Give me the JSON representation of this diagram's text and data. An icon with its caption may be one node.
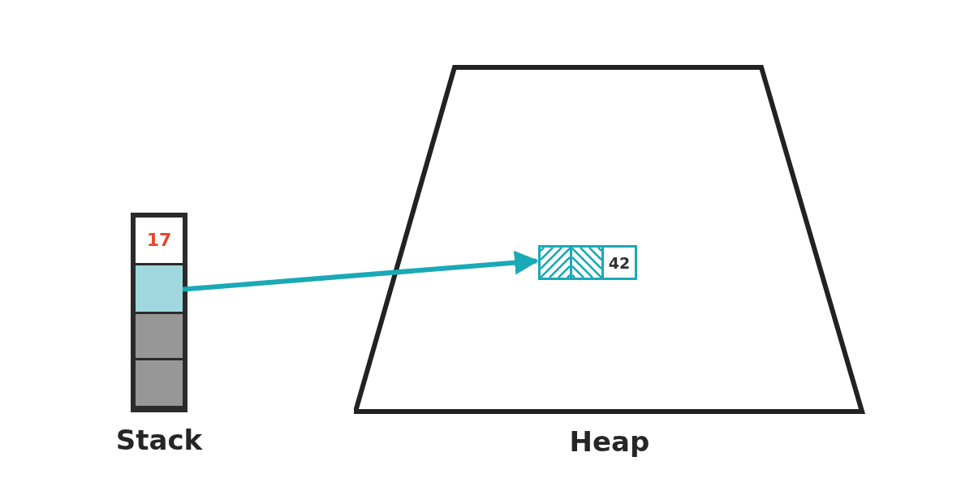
{
  "diagram": {
    "nodes": [
      {
        "text": [
          "Stack"
        ]
      },
      {
        "text": [
          "17"
        ],
        "in": 0
      },
      {
        "text": [],
        "shape": "box",
        "in": 0
      },
      {
        "text": [],
        "shape": "box",
        "in": 0
      },
      {
        "text": [],
        "shape": "box",
        "in": 0
      },
      {
        "text": [
          "Heap"
        ]
      },
      {
        "text": [],
        "shape": "box",
        "in": 5
      },
      {
        "text": [],
        "shape": "box",
        "in": 6
      },
      {
        "text": [],
        "shape": "box",
        "in": 6
      },
      {
        "text": [
          "42"
        ],
        "in": 6
      }
    ],
    "edges": [
      {
        "from": 2,
        "to": 6,
        "arrow": "to"
      }
    ]
  }
}
